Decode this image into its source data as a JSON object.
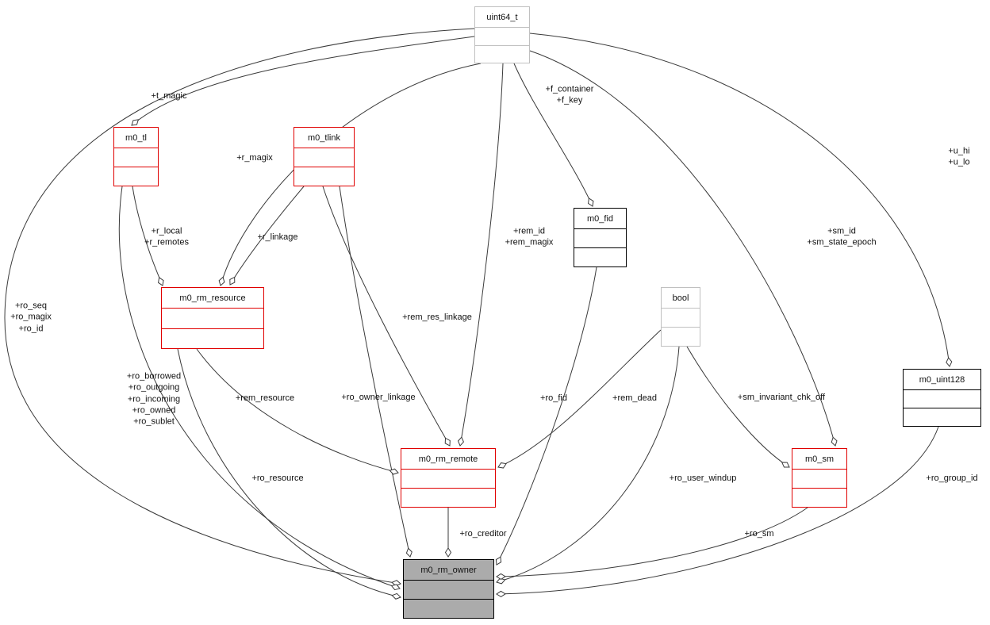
{
  "diagram": {
    "kind": "collaboration-graph",
    "nodes": {
      "uint64_t": {
        "label": "uint64_t"
      },
      "m0_tl": {
        "label": "m0_tl"
      },
      "m0_tlink": {
        "label": "m0_tlink"
      },
      "m0_fid": {
        "label": "m0_fid"
      },
      "m0_rm_resource": {
        "label": "m0_rm_resource"
      },
      "bool": {
        "label": "bool"
      },
      "m0_uint128": {
        "label": "m0_uint128"
      },
      "m0_rm_remote": {
        "label": "m0_rm_remote"
      },
      "m0_sm": {
        "label": "m0_sm"
      },
      "m0_rm_owner": {
        "label": "m0_rm_owner"
      }
    },
    "edge_labels": {
      "t_magic": "+t_magic",
      "f_container_f_key": "+f_container\n+f_key",
      "u_hi_u_lo": "+u_hi\n+u_lo",
      "r_magix": "+r_magix",
      "r_local_r_remotes": "+r_local\n+r_remotes",
      "r_linkage": "+r_linkage",
      "rem_id_rem_magix": "+rem_id\n+rem_magix",
      "sm_id_sm_state_epoch": "+sm_id\n+sm_state_epoch",
      "ro_seq_ro_magix_ro_id": "+ro_seq\n+ro_magix\n+ro_id",
      "rem_res_linkage": "+rem_res_linkage",
      "ro_borrowed_group": "+ro_borrowed\n+ro_outgoing\n+ro_incoming\n+ro_owned\n+ro_sublet",
      "rem_resource": "+rem_resource",
      "ro_owner_linkage": "+ro_owner_linkage",
      "ro_fid": "+ro_fid",
      "rem_dead": "+rem_dead",
      "sm_invariant_chk_off": "+sm_invariant_chk_off",
      "ro_resource": "+ro_resource",
      "ro_user_windup": "+ro_user_windup",
      "ro_group_id": "+ro_group_id",
      "ro_creditor": "+ro_creditor",
      "ro_sm": "+ro_sm"
    },
    "colors": {
      "red_border": "#e00000",
      "gray_border": "#c0c0c0",
      "black_border": "#000000",
      "owner_fill": "#ababab",
      "edge": "#3a3a3a"
    }
  }
}
